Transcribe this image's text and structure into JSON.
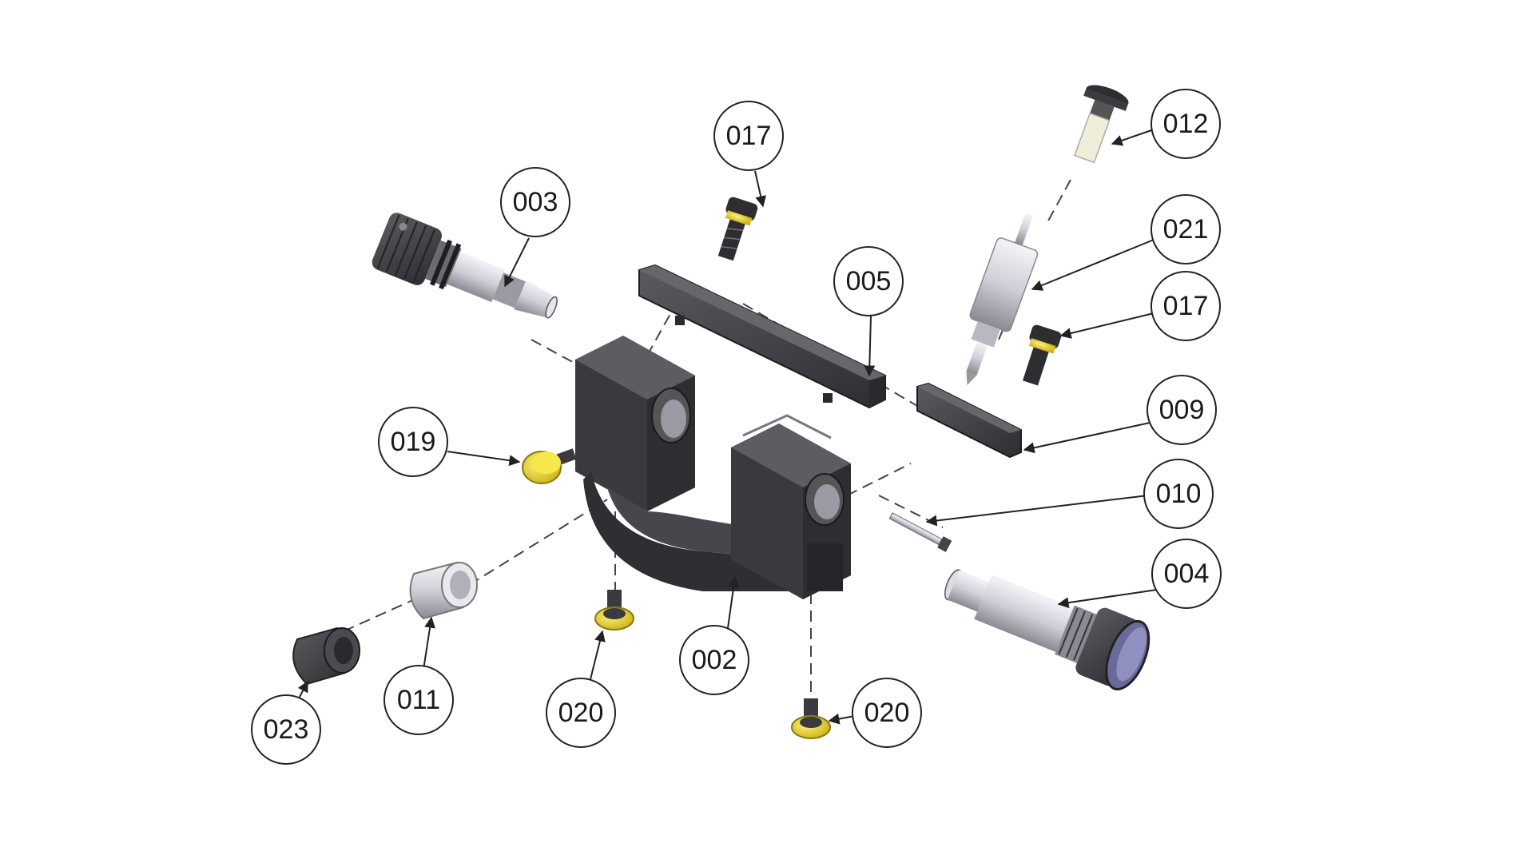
{
  "diagram": {
    "type": "exploded-assembly-drawing",
    "part_labels": [
      "003",
      "017",
      "005",
      "012",
      "021",
      "017",
      "009",
      "019",
      "010",
      "004",
      "002",
      "011",
      "023",
      "020",
      "020"
    ],
    "colors": {
      "body_dark": "#3c3c40",
      "body_mid": "#55555a",
      "steel_light": "#dcdce4",
      "brass": "#e8d21a",
      "line": "#333333"
    }
  }
}
